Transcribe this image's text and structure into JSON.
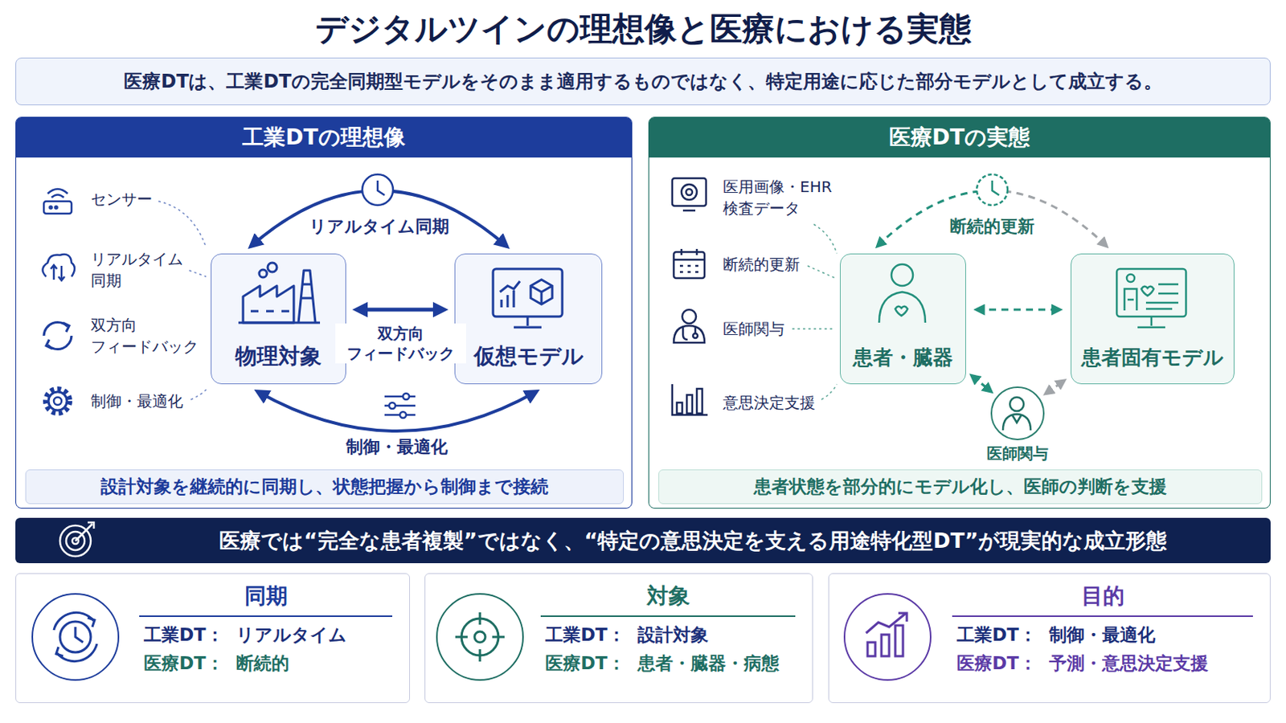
{
  "diagram": {
    "title": "デジタルツインの理想像と医療における実態",
    "nodes": [
      {
        "text": [
          "医療DTは、工業DTの完全同期型モデルをそのまま適用するものではなく、特定用途に応じた部分モデルとして成立する。"
        ]
      },
      {
        "text": [
          "工業DTの理想像"
        ]
      },
      {
        "text": [
          "物理対象"
        ],
        "in": 1
      },
      {
        "text": [
          "仮想モデル"
        ],
        "in": 1
      },
      {
        "text": [
          "設計対象を継続的に同期し、状態把握から制御まで接続"
        ],
        "in": 1
      },
      {
        "text": [
          "医療DTの実態"
        ]
      },
      {
        "text": [
          "患者・臓器"
        ],
        "in": 5
      },
      {
        "text": [
          "患者固有モデル"
        ],
        "in": 5
      },
      {
        "text": [
          "医師関与"
        ],
        "in": 5
      },
      {
        "text": [
          "患者状態を部分的にモデル化し、医師の判断を支援"
        ],
        "in": 5
      },
      {
        "text": [
          "医療では“完全な患者複製”ではなく、“特定の意思決定を支える用途特化型DT”が現実的な成立形態"
        ]
      },
      {
        "text": [
          "同期",
          "工業DT：",
          "リアルタイム",
          "医療DT：",
          "断続的"
        ]
      },
      {
        "text": [
          "対象",
          "工業DT：",
          "設計対象",
          "医療DT：",
          "患者・臓器・病態"
        ]
      },
      {
        "text": [
          "目的",
          "工業DT：",
          "制御・最適化",
          "医療DT：",
          "予測・意思決定支援"
        ]
      }
    ],
    "edges": [
      {
        "from": 2,
        "to": 3,
        "arrow": "both",
        "label": "双方向 フィードバック"
      },
      {
        "from": 2,
        "to": 3,
        "arrow": "both",
        "label": "リアルタイム同期"
      },
      {
        "from": 2,
        "to": 3,
        "arrow": "both",
        "label": "制御・最適化"
      },
      {
        "from": 6,
        "to": 7,
        "arrow": "both"
      },
      {
        "from": 6,
        "to": 7,
        "arrow": "both",
        "label": "断続的更新"
      },
      {
        "from": 6,
        "to": 8,
        "arrow": "both"
      },
      {
        "from": 8,
        "to": 7,
        "arrow": "both"
      }
    ],
    "labels": [
      "センサー",
      "リアルタイム 同期",
      "双方向 フィードバック",
      "制御・最適化",
      "医用画像・EHR 検査データ",
      "断続的更新",
      "医師関与",
      "意思決定支援"
    ]
  }
}
